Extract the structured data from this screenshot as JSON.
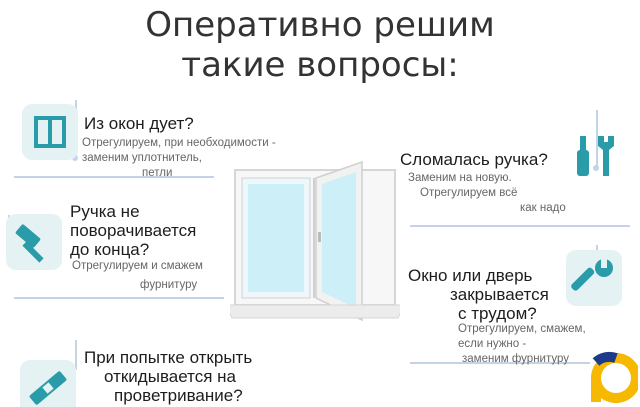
{
  "title": {
    "line1": "Оперативно решим",
    "line2": "такие вопросы:"
  },
  "items": [
    {
      "question": [
        "Из окон дует?"
      ],
      "answer": [
        "Отрегулируем, при необходимости -",
        "заменим уплотнитель,",
        "петли"
      ],
      "icon": "window-frame-icon"
    },
    {
      "question": [
        "Сломалась ручка?"
      ],
      "answer": [
        "Заменим на новую.",
        "Отрегулируем всё",
        "как надо"
      ],
      "icon": "screwdriver-wrench-icon"
    },
    {
      "question": [
        "Ручка не",
        "поворачивается",
        "до конца?"
      ],
      "answer": [
        "Отрегулируем и смажем",
        "фурнитуру"
      ],
      "icon": "hammer-icon"
    },
    {
      "question": [
        "Окно или дверь",
        "закрывается",
        "с трудом?"
      ],
      "answer": [
        "Отрегулируем, смажем,",
        "если нужно -",
        "заменим фурнитуру"
      ],
      "icon": "wrench-icon"
    },
    {
      "question": [
        "При попытке открыть",
        "откидывается на",
        "проветривание?"
      ],
      "answer": [],
      "icon": "level-tool-icon"
    }
  ],
  "colors": {
    "accent": "#2a9ba8",
    "line": "#c5d3e6",
    "iconBg": "#e4f2f3",
    "logoYellow": "#f6b800",
    "logoBlue": "#1e3a8a"
  }
}
